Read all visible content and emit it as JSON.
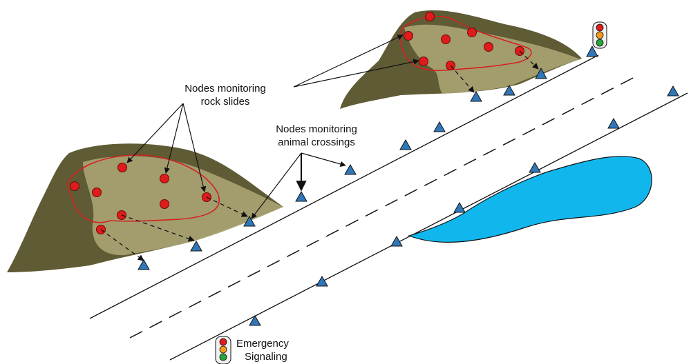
{
  "labels": {
    "rock_slides_line1": "Nodes monitoring",
    "rock_slides_line2": "rock slides",
    "animal_line1": "Nodes monitoring",
    "animal_line2": "animal crossings",
    "legend_line1": "Emergency",
    "legend_line2": "Signaling"
  },
  "icons": {
    "sensor_node": "red-circle",
    "roadside_node": "blue-triangle",
    "signal": "traffic-light"
  },
  "colors": {
    "rock_dark": "#5f5b34",
    "rock_mid": "#8a8452",
    "rock_light": "#a7a172",
    "boundary": "#d62020",
    "node_red": "#e01b1b",
    "node_blue": "#2f77b8",
    "water": "#11b7ec",
    "line": "#111111"
  }
}
